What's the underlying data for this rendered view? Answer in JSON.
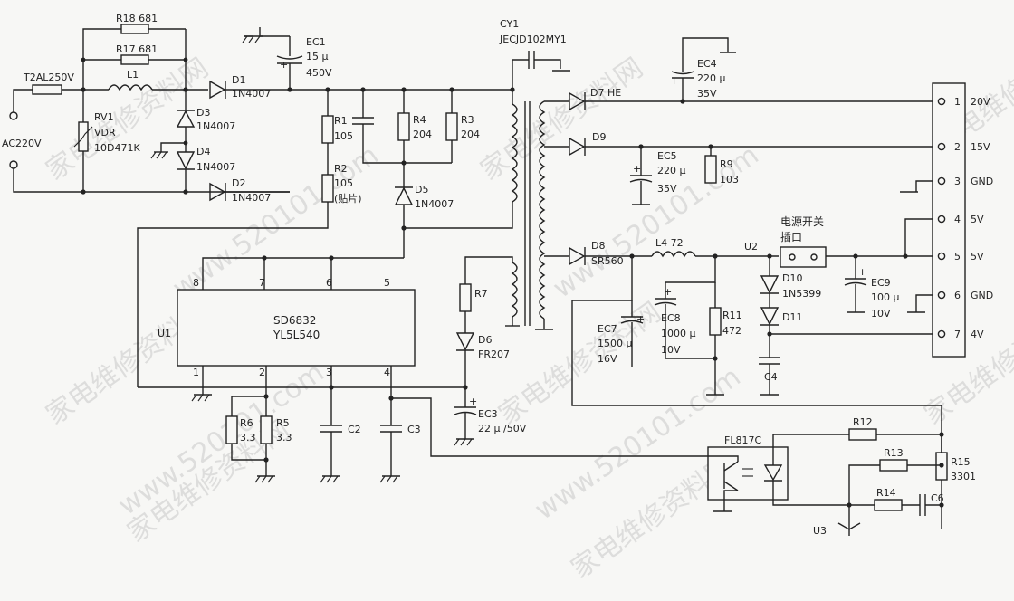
{
  "input": {
    "fuse": "T2AL250V",
    "source": "AC220V",
    "varistor_ref": "RV1",
    "varistor_type": "VDR",
    "varistor_part": "10D471K"
  },
  "resistors": {
    "r18": "R18 681",
    "r17": "R17 681",
    "r1": "R1",
    "r1v": "105",
    "r2": "R2",
    "r2v": "105",
    "r2n": "(贴片)",
    "r4": "R4",
    "r4v": "204",
    "r3": "R3",
    "r3v": "204",
    "r7": "R7",
    "r6": "R6",
    "r6v": "3.3",
    "r5": "R5",
    "r5v": "3.3",
    "r9": "R9",
    "r9v": "103",
    "r11": "R11",
    "r11v": "472",
    "r12": "R12",
    "r13": "R13",
    "r14": "R14",
    "r15": "R15",
    "r15v": "3301"
  },
  "inductor": {
    "l1": "L1",
    "l4": "L4  72"
  },
  "diodes": {
    "d1": "D1",
    "d1v": "1N4007",
    "d2": "D2",
    "d2v": "1N4007",
    "d3": "D3",
    "d3v": "1N4007",
    "d4": "D4",
    "d4v": "1N4007",
    "d5": "D5",
    "d5v": "1N4007",
    "d6": "D6",
    "d6v": "FR207",
    "d7": "D7  HE",
    "d8": "D8",
    "d8v": "SR560",
    "d9": "D9",
    "d10": "D10",
    "d10v": "1N5399",
    "d11": "D11"
  },
  "caps": {
    "ec1": "EC1",
    "ec1a": "15 μ",
    "ec1b": "450V",
    "cy1": "CY1",
    "cy1v": "JECJD102MY1",
    "ec4": "EC4",
    "ec4a": "220 μ",
    "ec4b": "35V",
    "ec5": "EC5",
    "ec5a": "220 μ",
    "ec5b": "35V",
    "ec3": "EC3",
    "ec3v": "22 μ /50V",
    "ec7": "EC7",
    "ec7a": "1500 μ",
    "ec7b": "16V",
    "ec8": "EC8",
    "ec8a": "1000 μ",
    "ec8b": "10V",
    "ec9": "EC9",
    "ec9a": "100 μ",
    "ec9b": "10V",
    "c2": "C2",
    "c3": "C3",
    "c4": "C4",
    "c6": "C6"
  },
  "ic": {
    "ref": "U1",
    "name": "SD6832",
    "code": "YL5L540",
    "pins_top": [
      "8",
      "7",
      "6",
      "5"
    ],
    "pins_bottom": [
      "1",
      "2",
      "3",
      "4"
    ]
  },
  "opto": {
    "name": "FL817C"
  },
  "u2": {
    "ref": "U2",
    "label1": "电源开关",
    "label2": "插口"
  },
  "u3": {
    "ref": "U3"
  },
  "connector": {
    "pins": [
      {
        "num": "1",
        "label": "20V"
      },
      {
        "num": "2",
        "label": "15V"
      },
      {
        "num": "3",
        "label": "GND"
      },
      {
        "num": "4",
        "label": "5V"
      },
      {
        "num": "5",
        "label": "5V"
      },
      {
        "num": "6",
        "label": "GND"
      },
      {
        "num": "7",
        "label": "4V"
      }
    ]
  },
  "watermarks": [
    "家电维修资料网",
    "www.520101.com"
  ]
}
